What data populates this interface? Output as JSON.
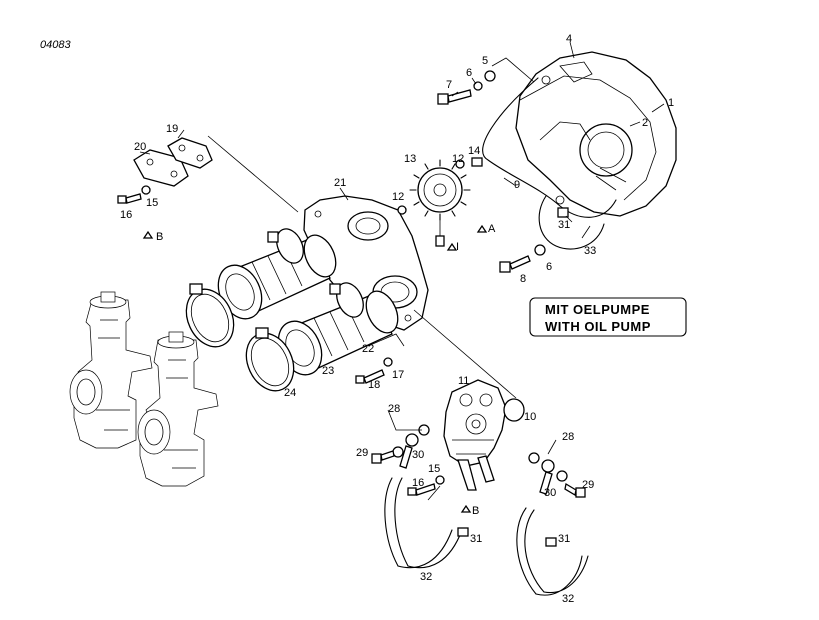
{
  "drawing_number": "04083",
  "note_box": {
    "line1": "MIT OELPUMPE",
    "line2": "WITH OIL PUMP"
  },
  "callouts": {
    "c1": "1",
    "c2": "2",
    "c4": "4",
    "c5": "5",
    "c6a": "6",
    "c6b": "6",
    "c7": "7",
    "c8": "8",
    "c9": "9",
    "c10": "10",
    "c11": "11",
    "c12a": "12",
    "c12b": "12",
    "c13": "13",
    "c14": "14",
    "c15a": "15",
    "c15b": "15",
    "c16a": "16",
    "c16b": "16",
    "c17": "17",
    "c18": "18",
    "c19": "19",
    "c20": "20",
    "c21": "21",
    "c22": "22",
    "c23": "23",
    "c24": "24",
    "c28a": "28",
    "c28b": "28",
    "c29a": "29",
    "c29b": "29",
    "c30a": "30",
    "c30b": "30",
    "c31a": "31",
    "c31b": "31",
    "c31c": "31",
    "c32a": "32",
    "c32b": "32",
    "c33": "33"
  },
  "markers": {
    "A": "A",
    "B1": "B",
    "B2": "B",
    "I": "I"
  }
}
